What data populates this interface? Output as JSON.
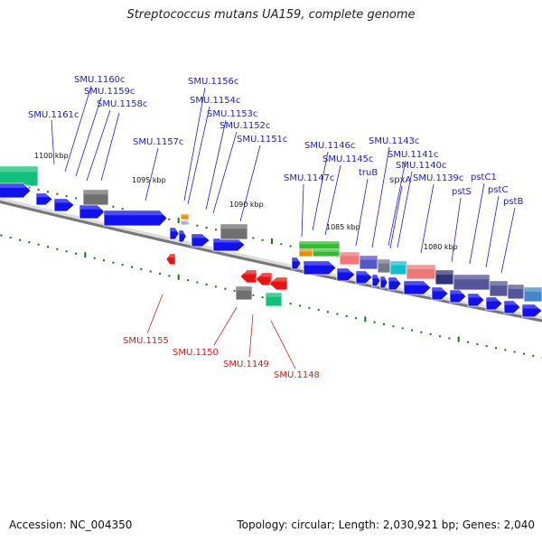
{
  "title": "Streptococcus mutans UA159, complete genome",
  "footer": {
    "accession": "Accession: NC_004350",
    "topology": "Topology: circular; Length: 2,030,921 bp; Genes: 2,040"
  },
  "colors": {
    "forward_gene": "#1111ee",
    "reverse_gene": "#ee1111",
    "forward_label": "#2222bb",
    "reverse_label": "#cc2222",
    "backbone": "#777777",
    "tick": "#117711"
  },
  "scale_labels": [
    "1100 kbp",
    "1095 kbp",
    "1090 kbp",
    "1085 kbp",
    "1080 kbp"
  ],
  "forward_labels": [
    "SMU.1161c",
    "SMU.1160c",
    "SMU.1159c",
    "SMU.1158c",
    "SMU.1157c",
    "SMU.1156c",
    "SMU.1154c",
    "SMU.1153c",
    "SMU.1152c",
    "SMU.1151c",
    "SMU.1147c",
    "SMU.1146c",
    "SMU.1145c",
    "truB",
    "SMU.1143c",
    "spxA",
    "SMU.1141c",
    "SMU.1140c",
    "SMU.1139c",
    "pstS",
    "pstC1",
    "pstC",
    "pstB"
  ],
  "reverse_labels": [
    "SMU.1155",
    "SMU.1150",
    "SMU.1149",
    "SMU.1148"
  ]
}
